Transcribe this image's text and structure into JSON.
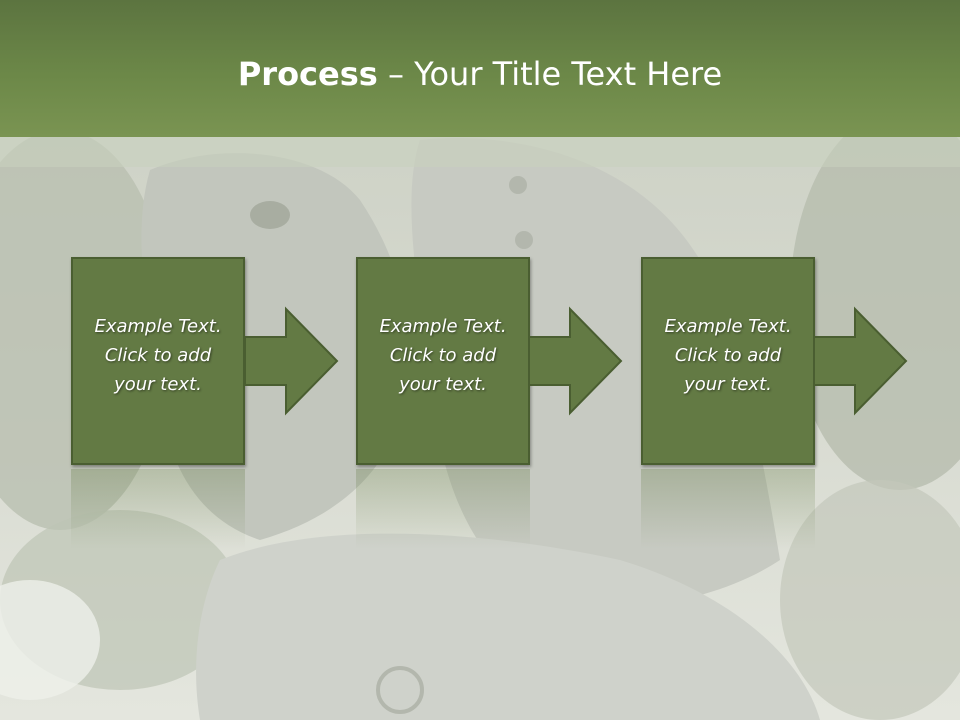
{
  "title": {
    "bold_part": "Process",
    "rest_part": " – Your Title Text Here"
  },
  "steps": [
    {
      "line1": "Example Text.",
      "line2": "Click  to add",
      "line3": "your text."
    },
    {
      "line1": "Example Text.",
      "line2": "Click  to add",
      "line3": "your text."
    },
    {
      "line1": "Example Text.",
      "line2": "Click  to add",
      "line3": "your text."
    }
  ],
  "colors": {
    "title_bar": "#6c8848",
    "box_fill": "#637a44",
    "box_border": "#4a5e31",
    "text": "#ffffff"
  },
  "icons": {
    "connector": "right-arrow-icon",
    "background": "statue-photo"
  }
}
